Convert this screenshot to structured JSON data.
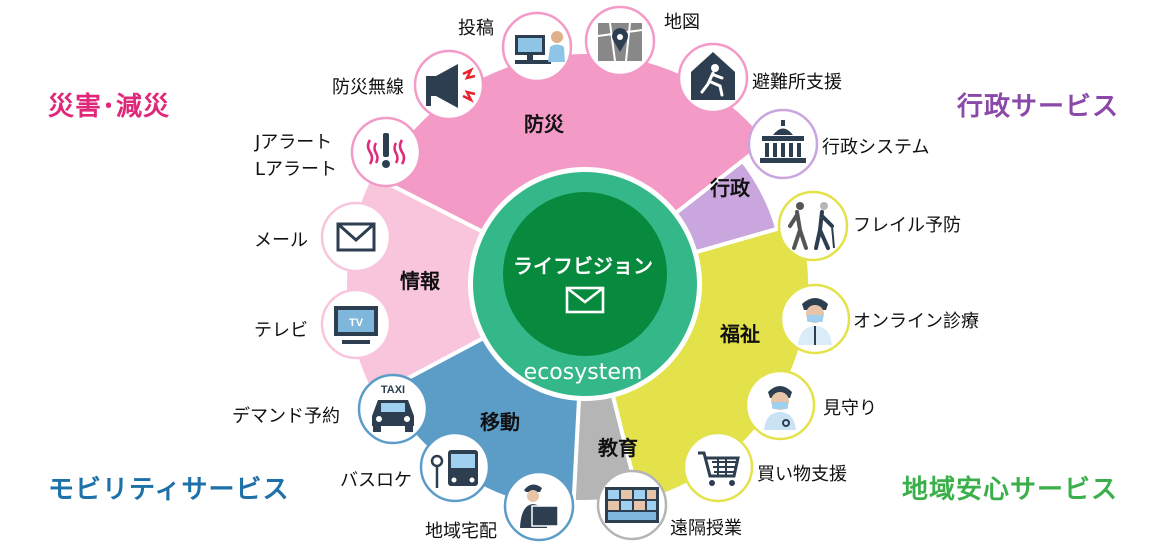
{
  "corners": {
    "disaster": {
      "label": "災害･減災",
      "color": "#e0287a"
    },
    "admin": {
      "label": "行政サービス",
      "color": "#8a49a8"
    },
    "mobility": {
      "label": "モビリティサービス",
      "color": "#1d71a8"
    },
    "community": {
      "label": "地域安心サービス",
      "color": "#3bb04a"
    }
  },
  "center": {
    "title": "ライフビジョン",
    "subtitle": "ecosystem",
    "icon": "envelope-icon"
  },
  "segments": {
    "bousai": {
      "label": "防災",
      "color": "#f39ac7"
    },
    "gyousei": {
      "label": "行政",
      "color": "#c9a6dd"
    },
    "fukushi": {
      "label": "福祉",
      "color": "#e3e24a"
    },
    "kyouiku": {
      "label": "教育",
      "color": "#b5b5b5"
    },
    "idou": {
      "label": "移動",
      "color": "#5c9dc8"
    },
    "jouhou": {
      "label": "情報",
      "color": "#f8c5dc"
    }
  },
  "items": {
    "toukou": {
      "label": "投稿",
      "icon": "computer-user-icon"
    },
    "chizu": {
      "label": "地図",
      "icon": "map-pin-icon"
    },
    "hinanjo": {
      "label": "避難所支援",
      "icon": "evacuation-icon"
    },
    "bousai_musen": {
      "label": "防災無線",
      "icon": "loudspeaker-icon"
    },
    "alert_line1": "Jアラート",
    "alert_line2": "Lアラート",
    "alert_icon": "alert-icon",
    "gyousei_system": {
      "label": "行政システム",
      "icon": "government-building-icon"
    },
    "mail": {
      "label": "メール",
      "icon": "mail-icon"
    },
    "tv": {
      "label": "テレビ",
      "icon": "tv-icon",
      "screen_text": "TV"
    },
    "frail": {
      "label": "フレイル予防",
      "icon": "elderly-walking-icon"
    },
    "online": {
      "label": "オンライン診療",
      "icon": "doctor-icon"
    },
    "mimamori": {
      "label": "見守り",
      "icon": "nurse-icon"
    },
    "kaimono": {
      "label": "買い物支援",
      "icon": "shopping-cart-icon"
    },
    "enkaku": {
      "label": "遠隔授業",
      "icon": "remote-class-icon"
    },
    "demand": {
      "label": "デマンド予約",
      "icon": "taxi-icon",
      "taxi_text": "TAXI"
    },
    "bus": {
      "label": "バスロケ",
      "icon": "bus-icon"
    },
    "takuhai": {
      "label": "地域宅配",
      "icon": "delivery-icon"
    }
  }
}
